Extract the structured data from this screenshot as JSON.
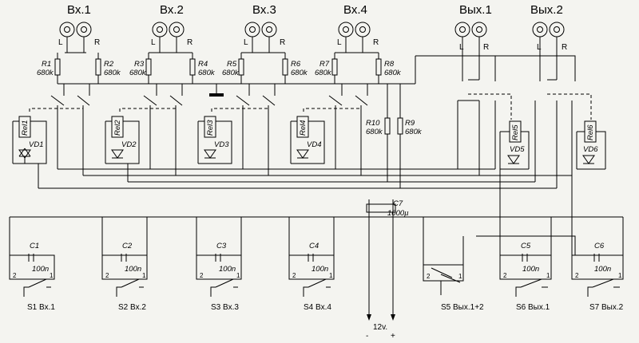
{
  "inputs": [
    {
      "title": "Вх.1",
      "left": "L",
      "right": "R",
      "r_left": "R1",
      "r_left_val": "680k",
      "r_right": "R2",
      "r_right_val": "680k"
    },
    {
      "title": "Вх.2",
      "left": "L",
      "right": "R",
      "r_left": "R3",
      "r_left_val": "680k",
      "r_right": "R4",
      "r_right_val": "680k"
    },
    {
      "title": "Вх.3",
      "left": "L",
      "right": "R",
      "r_left": "R5",
      "r_left_val": "680k",
      "r_right": "R6",
      "r_right_val": "680k"
    },
    {
      "title": "Вх.4",
      "left": "L",
      "right": "R",
      "r_left": "R7",
      "r_left_val": "680k",
      "r_right": "R8",
      "r_right_val": "680k"
    }
  ],
  "outputs": [
    {
      "title": "Вых.1",
      "left": "L",
      "right": "R"
    },
    {
      "title": "Вых.2",
      "left": "L",
      "right": "R"
    }
  ],
  "extra_resistors": [
    {
      "ref": "R10",
      "val": "680k"
    },
    {
      "ref": "R9",
      "val": "680k"
    }
  ],
  "relays": [
    "Rel1",
    "Rel2",
    "Rel3",
    "Rel4",
    "Rel5",
    "Rel6"
  ],
  "diodes": [
    "VD1",
    "VD2",
    "VD3",
    "VD4",
    "VD5",
    "VD6"
  ],
  "capacitors": [
    {
      "ref": "C1",
      "val": "100n"
    },
    {
      "ref": "C2",
      "val": "100n"
    },
    {
      "ref": "C3",
      "val": "100n"
    },
    {
      "ref": "C4",
      "val": "100n"
    },
    {
      "ref": "C5",
      "val": "100n"
    },
    {
      "ref": "C6",
      "val": "100n"
    }
  ],
  "c7": {
    "ref": "C7",
    "val": "1000µ"
  },
  "pins": {
    "two": "2",
    "one": "1"
  },
  "switches": [
    "S1 Вх.1",
    "S2 Вх.2",
    "S3 Вх.3",
    "S4 Вх.4",
    "S5 Вых.1+2",
    "S6 Вых.1",
    "S7 Вых.2"
  ],
  "power": {
    "label": "12v.",
    "minus": "-",
    "plus": "+"
  }
}
